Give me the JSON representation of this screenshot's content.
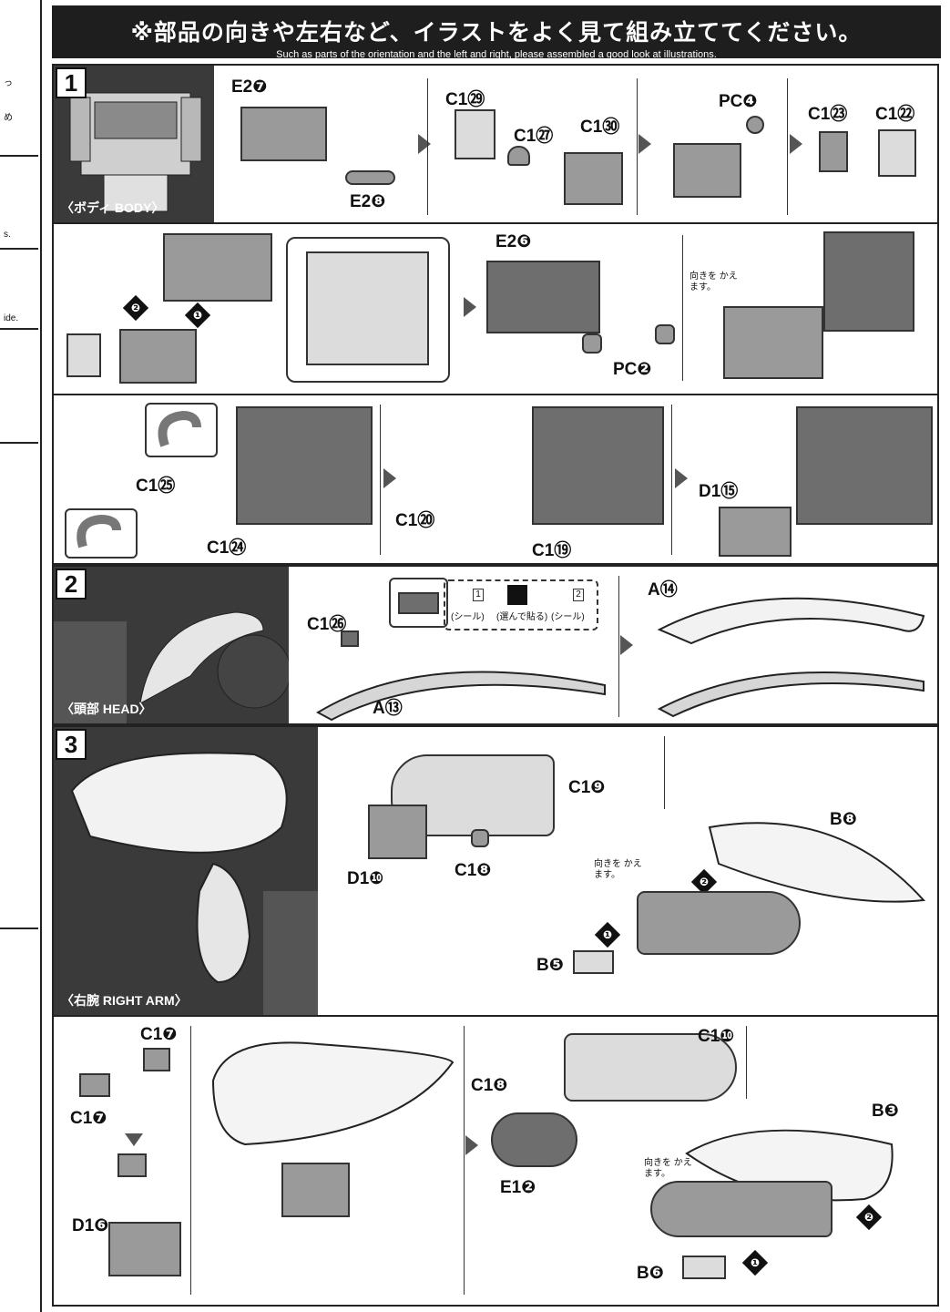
{
  "header": {
    "title_jp": "※部品の向きや左右など、イラストをよく見て組み立ててください。",
    "title_en": "Such as parts of the orientation and the left and right, please assembled a good look at illustrations."
  },
  "left_strip": {
    "fragments": [
      "っ",
      "め",
      "s.",
      "ide."
    ]
  },
  "step1": {
    "number": "1",
    "photo_label": "〈ボディ BODY〉",
    "row1": {
      "labels": [
        "E2❼",
        "E2❽",
        "C1㉙",
        "C1㉗",
        "C1㉚",
        "PC❹",
        "C1㉓",
        "C1㉒"
      ]
    },
    "row2": {
      "labels": [
        "❷",
        "❶",
        "E2❻",
        "PC❷"
      ],
      "orient_note": "向きを かえます。"
    },
    "row3": {
      "labels": [
        "C1㉕",
        "C1㉔",
        "C1⑳",
        "C1⑲",
        "D1⑮"
      ]
    }
  },
  "step2": {
    "number": "2",
    "photo_label": "〈頭部 HEAD〉",
    "labels": [
      "C1㉖",
      "A⑬",
      "A⑭"
    ],
    "sticker": {
      "seal1": "(シール)",
      "choose": "(選んで貼る)",
      "seal2": "(シール)",
      "num1": "1",
      "num2": "2"
    }
  },
  "step3": {
    "number": "3",
    "photo_label": "〈右腕 RIGHT ARM〉",
    "row1": {
      "labels": [
        "C1❾",
        "D1❿",
        "C1❽",
        "B❽",
        "B❺",
        "❶",
        "❷"
      ],
      "orient_note": "向きを かえます。"
    },
    "row2": {
      "labels": [
        "C1❼",
        "C1❼",
        "D1❻",
        "C1❿",
        "C1❽",
        "E1❷",
        "B❸",
        "B❻",
        "❶",
        "❷"
      ],
      "orient_note": "向きを かえます。"
    }
  },
  "colors": {
    "header_bg": "#1e1e1e",
    "photo_bg": "#3a3a3a",
    "part_gray": "#9a9a9a"
  }
}
